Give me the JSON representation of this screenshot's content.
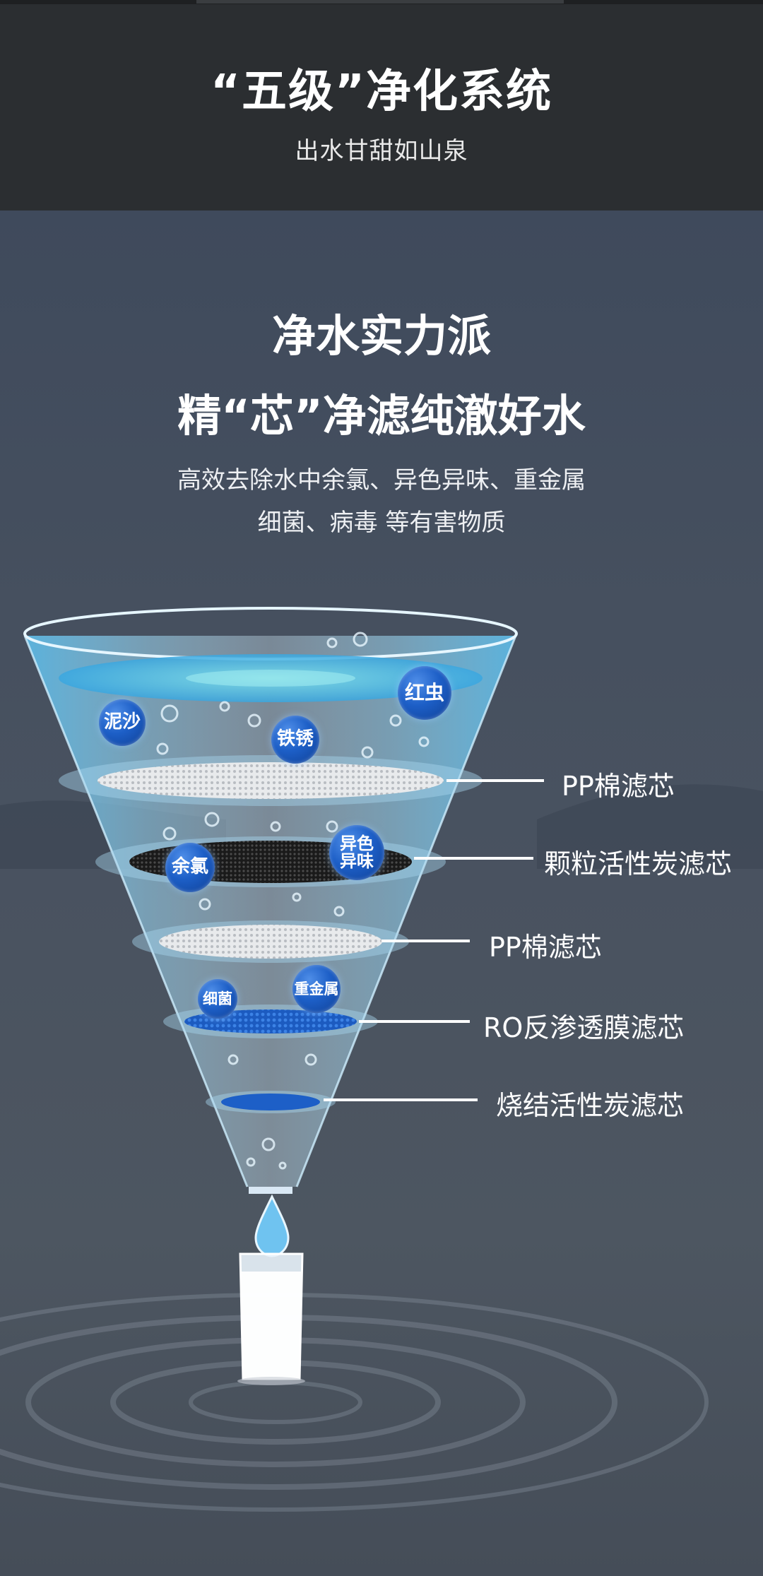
{
  "header": {
    "title": "“五级”净化系统",
    "subtitle": "出水甘甜如山泉"
  },
  "intro": {
    "headline_1": "净水实力派",
    "headline_2": "精“芯”净滤纯澈好水",
    "desc_1": "高效去除水中余氯、异色异味、重金属",
    "desc_2": "细菌、病毒 等有害物质"
  },
  "filters": [
    {
      "label": "PP棉滤芯"
    },
    {
      "label": "颗粒活性炭滤芯"
    },
    {
      "label": "PP棉滤芯"
    },
    {
      "label": "RO反渗透膜滤芯"
    },
    {
      "label": "烧结活性炭滤芯"
    }
  ],
  "contaminants": [
    {
      "label": "泥沙"
    },
    {
      "label": "红虫"
    },
    {
      "label": "铁锈"
    },
    {
      "label": "余氯"
    },
    {
      "label": "异色异味"
    },
    {
      "label": "细菌"
    },
    {
      "label": "重金属"
    }
  ],
  "colors": {
    "header_bg": "#2b2e31",
    "main_bg": "#46505f",
    "bubble_blue": "#1d5fc7",
    "water_blue": "#6fc3f0"
  }
}
